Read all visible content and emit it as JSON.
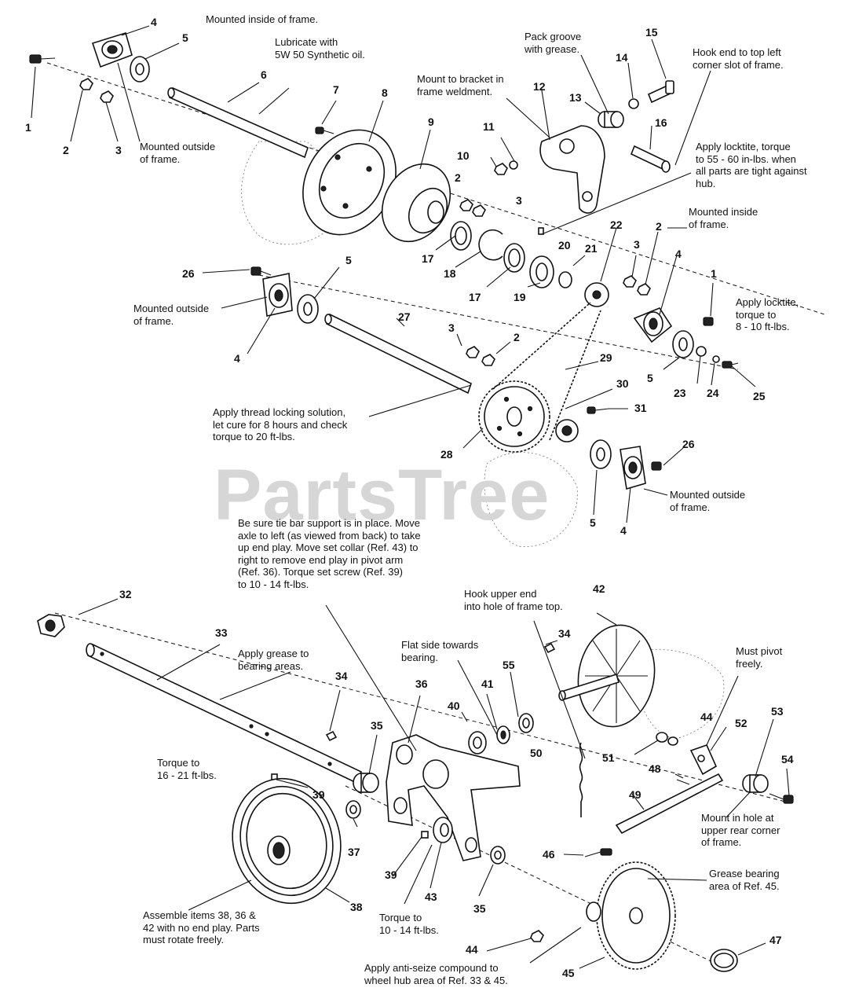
{
  "watermark": "PartsTree",
  "notes": {
    "n_mounted_inside_top": "Mounted inside of frame.",
    "n_lubricate": "Lubricate with\n5W 50 Synthetic oil.",
    "n_mounted_outside_top": "Mounted outside\nof frame.",
    "n_pack_groove": "Pack groove\nwith grease.",
    "n_mount_bracket": "Mount to bracket in\nframe weldment.",
    "n_hook_end": "Hook end to top left\ncorner slot of frame.",
    "n_apply_locktite_55": "Apply locktite, torque\nto 55 - 60 in-lbs. when\nall parts are tight against\nhub.",
    "n_mounted_inside_right": "Mounted inside\nof frame.",
    "n_mounted_outside_left": "Mounted outside\nof frame.",
    "n_apply_locktite_8": "Apply locktite,\ntorque to\n8 - 10 ft-lbs.",
    "n_thread_locking": "Apply thread locking solution,\nlet cure for 8 hours and check\ntorque to 20 ft-lbs.",
    "n_mounted_outside_right": "Mounted outside\nof frame.",
    "n_tie_bar": "Be sure tie bar support is in place. Move\naxle to left (as viewed from back) to take\nup end play. Move set collar (Ref. 43) to\nright to remove end play in pivot arm\n(Ref. 36). Torque set screw (Ref. 39)\nto 10 - 14 ft-lbs.",
    "n_hook_upper": "Hook upper end\ninto hole of frame top.",
    "n_apply_grease": "Apply grease to\nbearing areas.",
    "n_flat_side": "Flat side towards\nbearing.",
    "n_must_pivot": "Must pivot\nfreely.",
    "n_torque_16": "Torque to\n16 - 21 ft-lbs.",
    "n_mount_hole": "Mount in hole at\nupper rear corner\nof frame.",
    "n_grease_bearing": "Grease bearing\narea of Ref. 45.",
    "n_assemble": "Assemble items 38, 36 &\n42 with no end play. Parts\nmust rotate freely.",
    "n_torque_10": "Torque to\n10 - 14 ft-lbs.",
    "n_anti_seize": "Apply anti-seize compound to\nwheel hub area of Ref. 33 & 45."
  },
  "callouts": {
    "c1a": "1",
    "c1b": "1",
    "c2a": "2",
    "c2b": "2",
    "c2c": "2",
    "c2d": "2",
    "c3a": "3",
    "c3b": "3",
    "c3c": "3",
    "c3d": "3",
    "c4a": "4",
    "c4b": "4",
    "c4c": "4",
    "c4d": "4",
    "c5a": "5",
    "c5b": "5",
    "c5c": "5",
    "c5d": "5",
    "c6": "6",
    "c7": "7",
    "c8": "8",
    "c9": "9",
    "c10": "10",
    "c11": "11",
    "c12": "12",
    "c13": "13",
    "c14": "14",
    "c15": "15",
    "c16": "16",
    "c17a": "17",
    "c17b": "17",
    "c18": "18",
    "c19": "19",
    "c20": "20",
    "c21": "21",
    "c22": "22",
    "c23": "23",
    "c24": "24",
    "c25": "25",
    "c26a": "26",
    "c26b": "26",
    "c27": "27",
    "c28": "28",
    "c29": "29",
    "c30": "30",
    "c31": "31",
    "c32": "32",
    "c33": "33",
    "c34a": "34",
    "c34b": "34",
    "c35a": "35",
    "c35b": "35",
    "c36": "36",
    "c37": "37",
    "c38": "38",
    "c39a": "39",
    "c39b": "39",
    "c40": "40",
    "c41": "41",
    "c42": "42",
    "c43": "43",
    "c44a": "44",
    "c44b": "44",
    "c45": "45",
    "c46": "46",
    "c47": "47",
    "c48": "48",
    "c49": "49",
    "c50": "50",
    "c51": "51",
    "c52": "52",
    "c53": "53",
    "c54": "54",
    "c55": "55"
  }
}
